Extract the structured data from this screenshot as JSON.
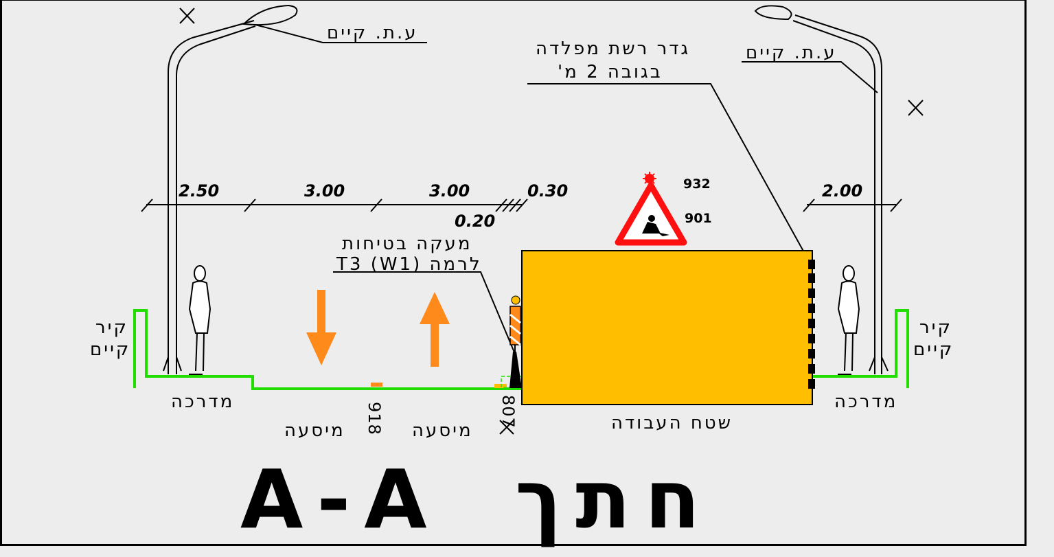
{
  "section_title": {
    "hebrew": "חתך",
    "code": "A-A"
  },
  "labels": {
    "light_pole_left": "ע.ת. קיים",
    "light_pole_right": "ע.ת. קיים",
    "fence_line1": "גדר רשת מפלדה",
    "fence_line2": "בגובה 2 מ'",
    "barrier_line1": "מעקה בטיחות",
    "barrier_line2": "לרמה T3 (W1)",
    "wall_left_line1": "קיר",
    "wall_left_line2": "קיים",
    "wall_right_line1": "קיר",
    "wall_right_line2": "קיים",
    "sidewalk_left": "מדרכה",
    "sidewalk_right": "מדרכה",
    "lane_left": "מיסעה",
    "lane_right": "מיסעה",
    "work_area": "שטח העבודה"
  },
  "dimensions": [
    "2.50",
    "3.00",
    "3.00",
    "0.30",
    "0.20",
    "2.00"
  ],
  "signs": {
    "top": "932",
    "bottom": "901"
  },
  "markings": {
    "center": "918",
    "edge": "807"
  },
  "colors": {
    "ground": "#22dd00",
    "arrow": "#ff8a1c",
    "work_area": "#ffbf00",
    "sign_red": "#ff1010"
  }
}
